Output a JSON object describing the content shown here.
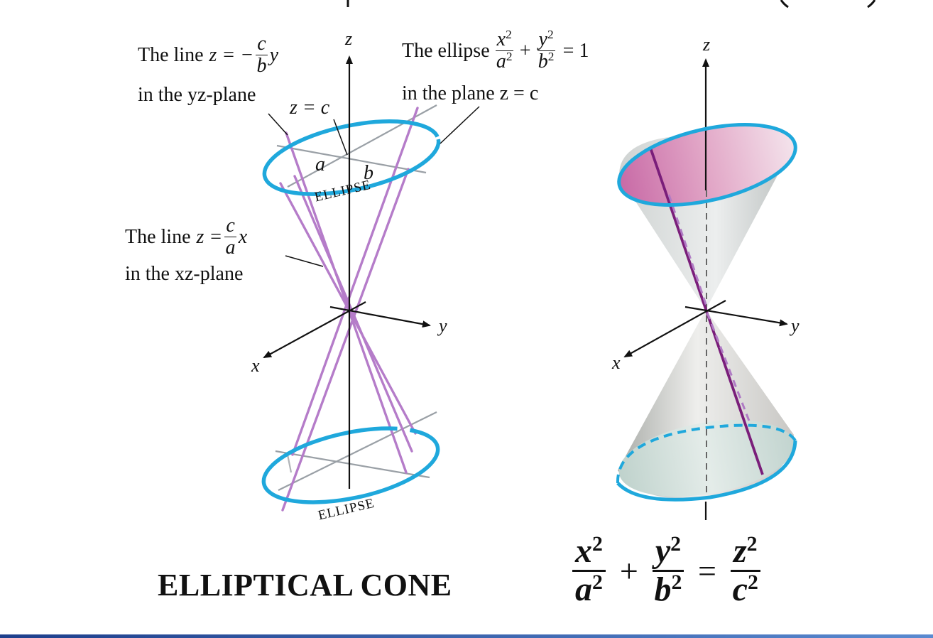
{
  "colors": {
    "ellipse": "#1fa8dc",
    "line": "#b57cc9",
    "line_dark": "#7a1e7a",
    "cone_top": "#d78ab8",
    "cone_bottom": "#c9d8d2",
    "grid": "#9aa0a6",
    "bottom_rule": "#2e5aa8"
  },
  "left_figure": {
    "label_yz_line_prefix": "The line",
    "label_yz_line_eq_lhs": "z = −",
    "label_yz_line_num": "c",
    "label_yz_line_den": "b",
    "label_yz_line_var": "y",
    "label_yz_plane": "in the yz-plane",
    "label_ellipse_prefix": "The ellipse",
    "label_ellipse_num1": "x",
    "label_ellipse_den1": "a",
    "label_ellipse_plus": "+",
    "label_ellipse_num2": "y",
    "label_ellipse_den2": "b",
    "label_ellipse_rhs": "= 1",
    "label_ellipse_plane": "in the plane z = c",
    "label_zc": "z = c",
    "label_a": "a",
    "label_b": "b",
    "label_ellipse_top": "ELLIPSE",
    "label_ellipse_bottom": "ELLIPSE",
    "label_xz_line_prefix": "The line",
    "label_xz_line_eq_lhs": "z =",
    "label_xz_line_num": "c",
    "label_xz_line_den": "a",
    "label_xz_line_var": "x",
    "label_xz_plane": "in the xz-plane",
    "axis_z": "z",
    "axis_y": "y",
    "axis_x": "x"
  },
  "right_figure": {
    "axis_z": "z",
    "axis_y": "y",
    "axis_x": "x"
  },
  "caption": {
    "title": "ELLIPTICAL CONE",
    "eq_num1": "x",
    "eq_den1": "a",
    "eq_plus": "+",
    "eq_num2": "y",
    "eq_den2": "b",
    "eq_equals": "=",
    "eq_num3": "z",
    "eq_den3": "c",
    "exponent": "2"
  }
}
